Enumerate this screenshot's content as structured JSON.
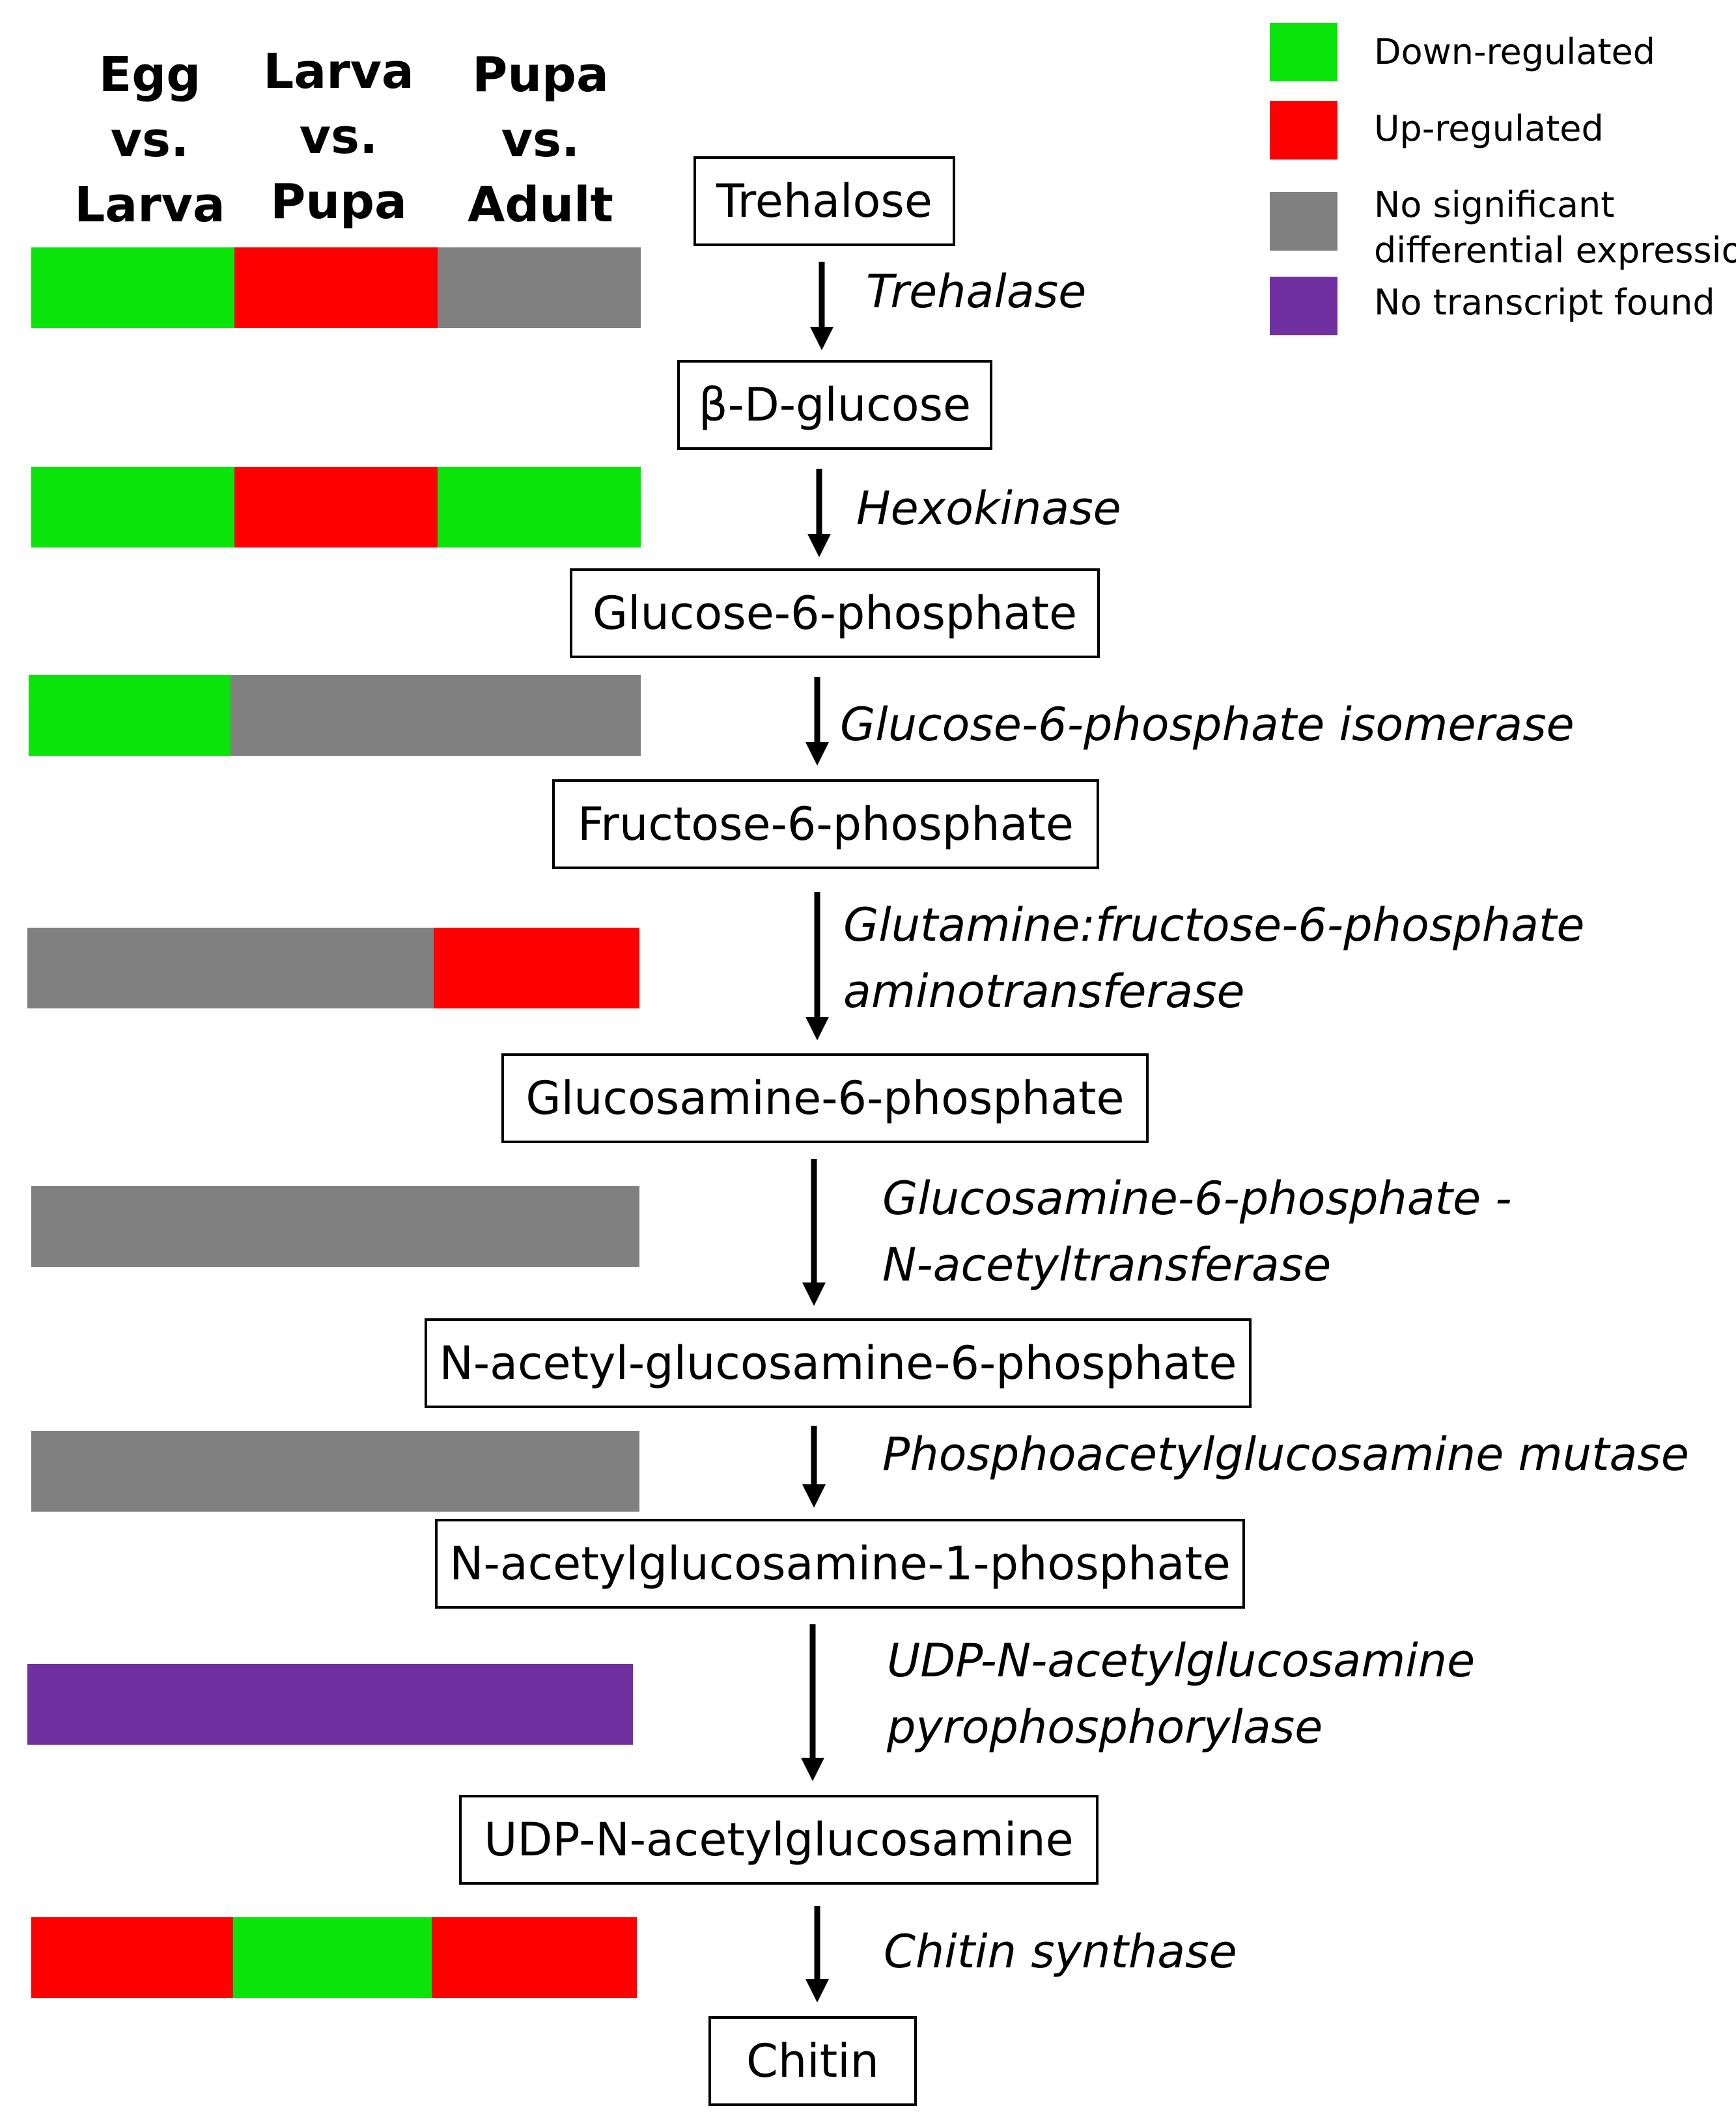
{
  "colors": {
    "down": "#0be40b",
    "up": "#ff0000",
    "none": "#808080",
    "missing": "#7030a0",
    "ink": "#000000"
  },
  "header": {
    "columns": [
      {
        "line1": "Egg",
        "line2": "vs.",
        "line3": "Larva"
      },
      {
        "line1": "Larva",
        "line2": "vs.",
        "line3": "Pupa"
      },
      {
        "line1": "Pupa",
        "line2": "vs.",
        "line3": "Adult"
      }
    ]
  },
  "legend": {
    "items": [
      {
        "key": "down",
        "line1": "Down-regulated",
        "line2": ""
      },
      {
        "key": "up",
        "line1": "Up-regulated",
        "line2": ""
      },
      {
        "key": "none",
        "line1": "No significant",
        "line2": "differential expression"
      },
      {
        "key": "missing",
        "line1": "No transcript found",
        "line2": ""
      }
    ]
  },
  "pathway": {
    "compounds": [
      "Trehalose",
      "β-D-glucose",
      "Glucose-6-phosphate",
      "Fructose-6-phosphate",
      "Glucosamine-6-phosphate",
      "N-acetyl-glucosamine-6-phosphate",
      "N-acetylglucosamine-1-phosphate",
      "UDP-N-acetylglucosamine",
      "Chitin"
    ],
    "enzymes": [
      {
        "line1": "Trehalase",
        "line2": "",
        "expression": [
          "down",
          "up",
          "none"
        ]
      },
      {
        "line1": "Hexokinase",
        "line2": "",
        "expression": [
          "down",
          "up",
          "down"
        ]
      },
      {
        "line1": "Glucose-6-phosphate isomerase",
        "line2": "",
        "expression": [
          "down",
          "none",
          "none"
        ]
      },
      {
        "line1": "Glutamine:fructose-6-phosphate",
        "line2": "aminotransferase",
        "expression": [
          "none",
          "none",
          "up"
        ]
      },
      {
        "line1": "Glucosamine-6-phosphate -",
        "line2": "N-acetyltransferase",
        "expression": [
          "none",
          "none",
          "none"
        ]
      },
      {
        "line1": "Phosphoacetylglucosamine mutase",
        "line2": "",
        "expression": [
          "none",
          "none",
          "none"
        ]
      },
      {
        "line1": "UDP-N-acetylglucosamine",
        "line2": "pyrophosphorylase",
        "expression": [
          "missing",
          "missing",
          "missing"
        ]
      },
      {
        "line1": "Chitin synthase",
        "line2": "",
        "expression": [
          "up",
          "down",
          "up"
        ]
      }
    ]
  }
}
